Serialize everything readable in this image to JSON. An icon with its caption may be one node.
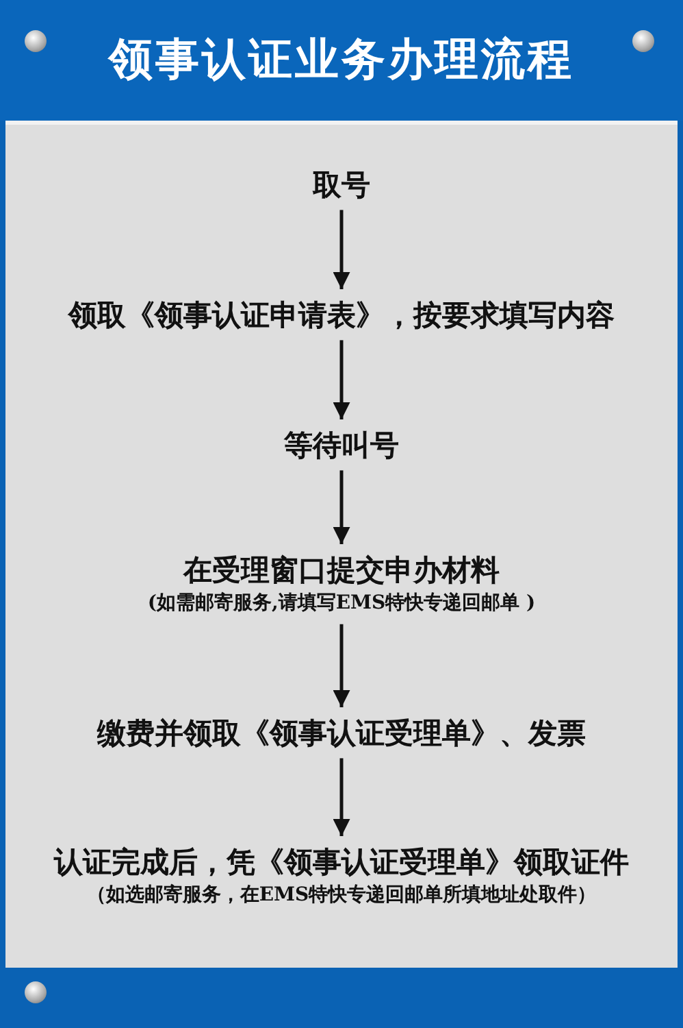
{
  "diagram": {
    "title": "领事认证业务办理流程",
    "nodes": [
      {
        "text": [
          "取号"
        ]
      },
      {
        "text": [
          "领取《领事认证申请表》，按要求填写内容"
        ]
      },
      {
        "text": [
          "等待叫号"
        ]
      },
      {
        "text": [
          "在受理窗口提交申办材料",
          "(如需邮寄服务,请填写EMS特快专递回邮单 )"
        ]
      },
      {
        "text": [
          "缴费并领取《领事认证受理单》、发票"
        ]
      },
      {
        "text": [
          "认证完成后，凭《领事认证受理单》领取证件",
          "（如选邮寄服务，在EMS特快专递回邮单所填地址处取件）"
        ]
      }
    ],
    "edges": [
      {
        "from": 0,
        "to": 1,
        "arrow": "to"
      },
      {
        "from": 1,
        "to": 2,
        "arrow": "to"
      },
      {
        "from": 2,
        "to": 3,
        "arrow": "to"
      },
      {
        "from": 3,
        "to": 4,
        "arrow": "to"
      },
      {
        "from": 4,
        "to": 5,
        "arrow": "to"
      }
    ]
  }
}
